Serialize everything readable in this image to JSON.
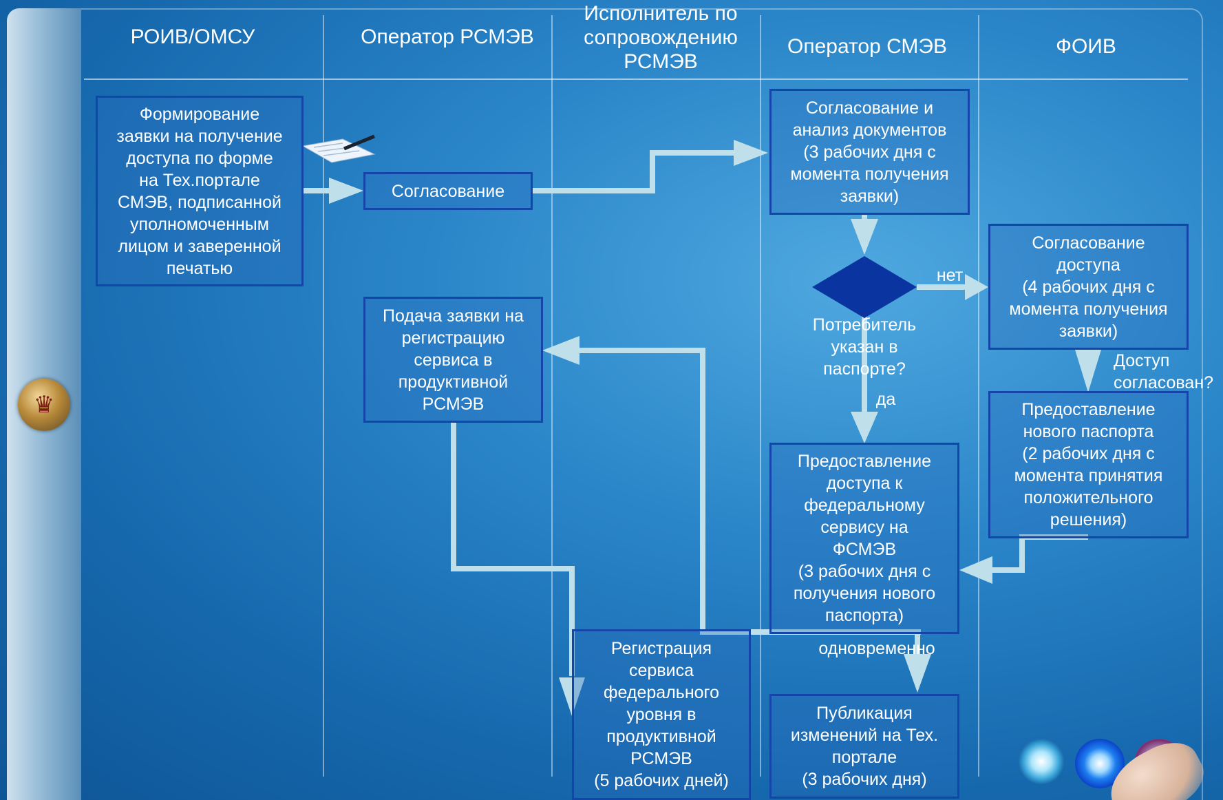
{
  "headers": {
    "col1": "РОИВ/ОМСУ",
    "col2": "Оператор РСМЭВ",
    "col3": "Исполнитель по\nсопровождению\nРСМЭВ",
    "col4": "Оператор СМЭВ",
    "col5": "ФОИВ"
  },
  "boxes": {
    "form_request": "Формирование\nзаявки на получение\nдоступа по форме\nна Тех.портале\nСМЭВ, подписанной\nуполномоченным\nлицом и заверенной\nпечатью",
    "approval": "Согласование",
    "approval_analysis": "Согласование и\nанализ документов\n(3 рабочих дня с\nмомента получения\nзаявки)",
    "access_approval": "Согласование\nдоступа\n(4 рабочих дня с\nмомента получения\nзаявки)",
    "submit_registration": "Подача заявки на\nрегистрацию\nсервиса  в\nпродуктивной\nРСМЭВ",
    "new_passport": "Предоставление\nнового паспорта\n(2 рабочих дня с\nмомента принятия\nположительного\nрешения)",
    "grant_access": "Предоставление\nдоступа к\nфедеральному\nсервису на\nФСМЭВ\n(3 рабочих дня с\nполучения нового\nпаспорта)",
    "register_service": "Регистрация\nсервиса\nфедерального\nуровня  в\nпродуктивной\nРСМЭВ\n(5 рабочих дней)",
    "publish_changes": "Публикация\nизменений на Тех.\nпортале\n(3 рабочих дня)"
  },
  "labels": {
    "decision_question": "Потребитель\nуказан в\nпаспорте?",
    "no": "нет",
    "yes": "да",
    "access_agreed": "Доступ\nсогласован?",
    "simultaneously": "одновременно"
  },
  "colors": {
    "box_border": "#1346a8",
    "diamond": "#0a35a0",
    "arrow": "#bfe0ea"
  },
  "icons": {
    "document": "document-pen-icon",
    "emblem": "coat-of-arms-icon",
    "nav": [
      "circle-button-icon",
      "circle-button-icon",
      "circle-button-icon"
    ]
  }
}
